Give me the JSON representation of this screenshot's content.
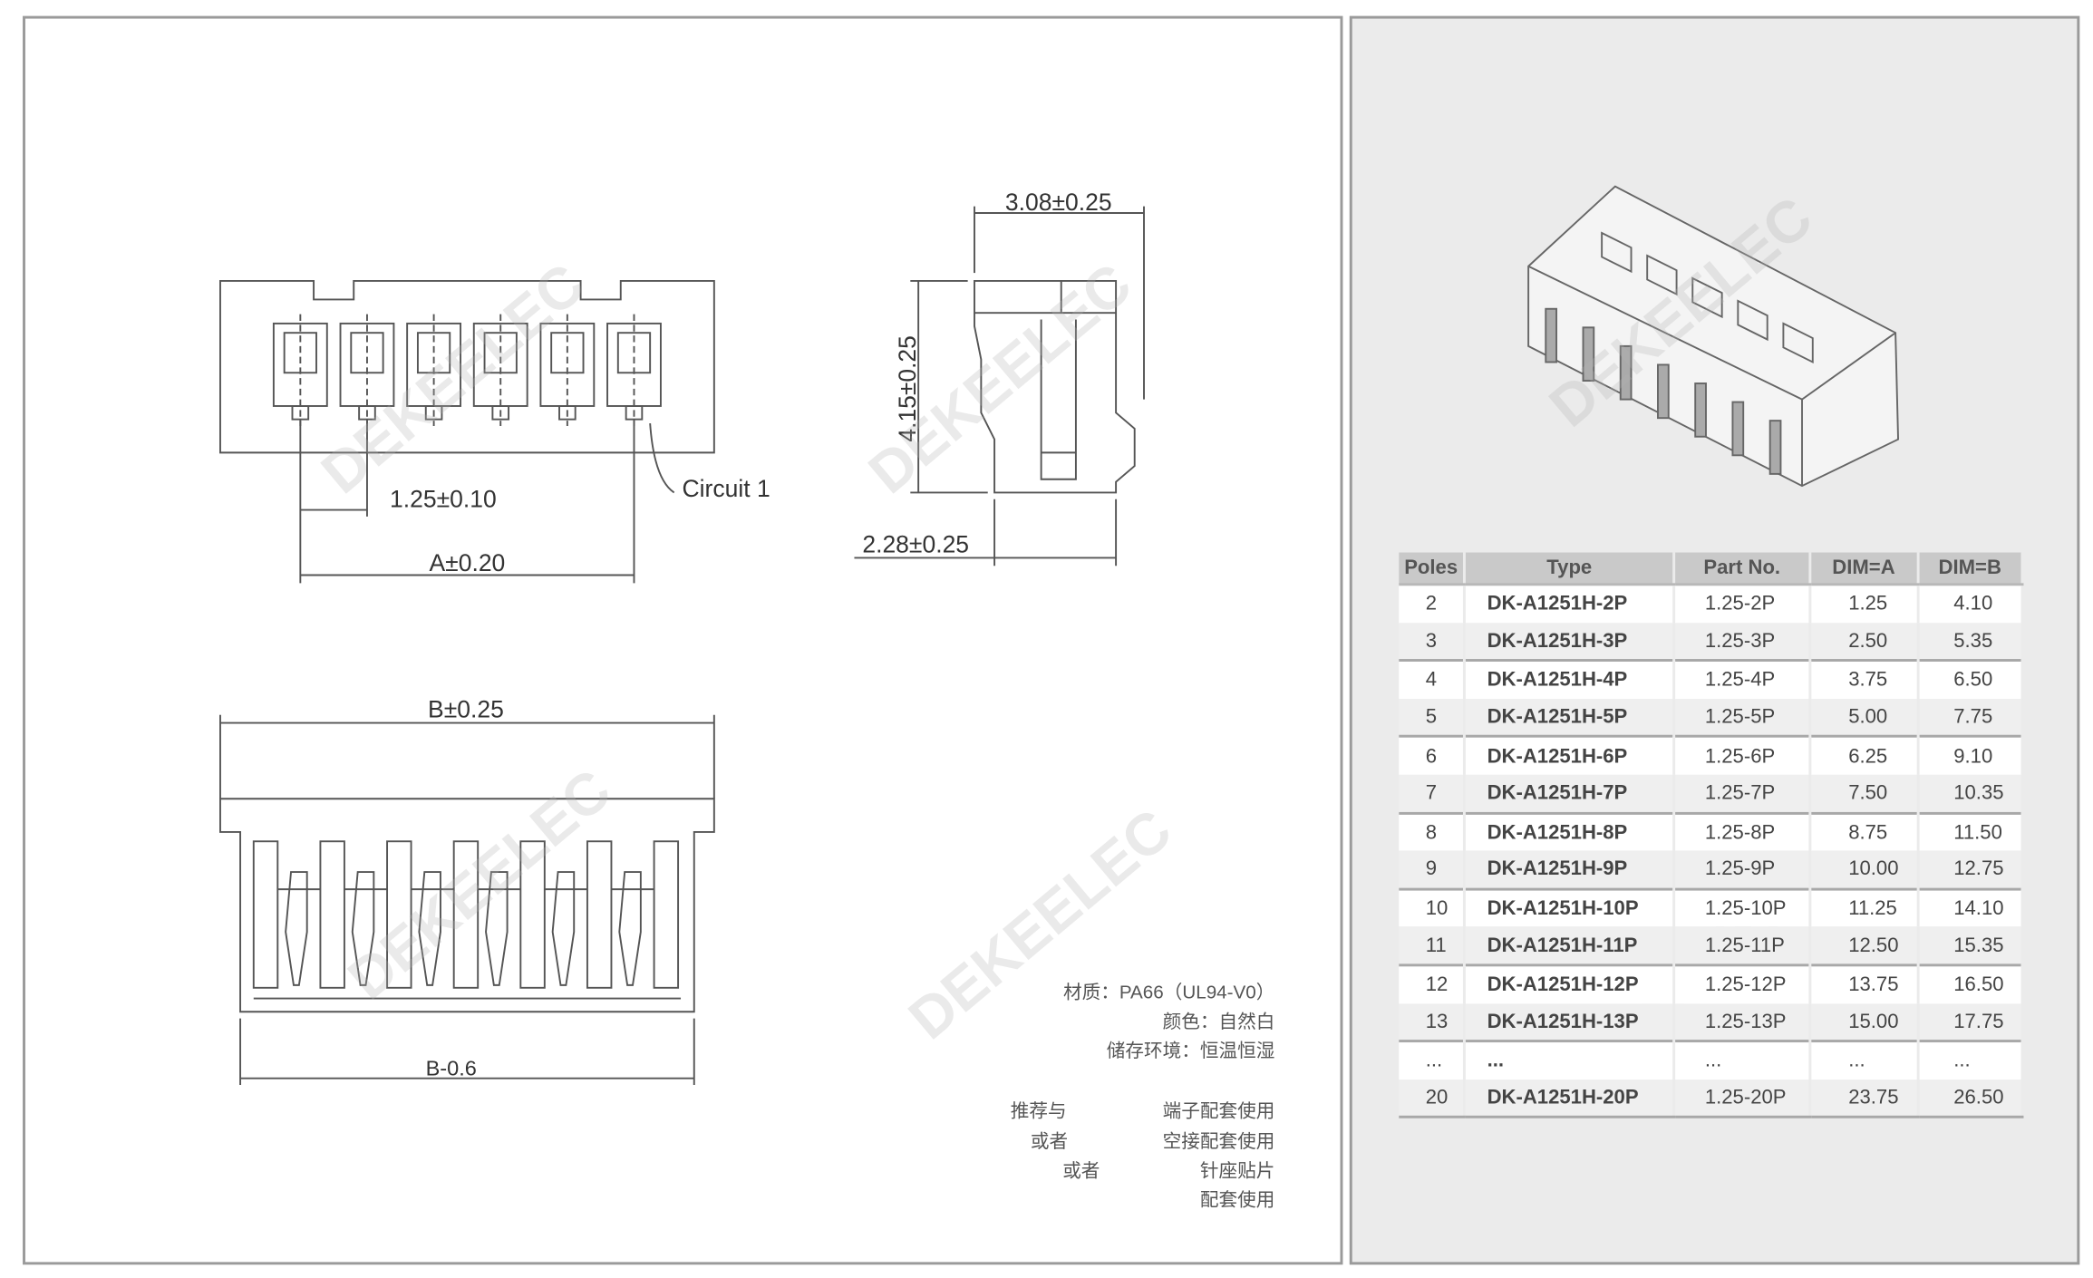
{
  "drawing": {
    "front_view": {
      "pitch_dim": "1.25±0.10",
      "a_dim": "A±0.20",
      "circuit_label": "Circuit 1",
      "cavities": 6
    },
    "side_view": {
      "width_dim": "3.08±0.25",
      "height_dim": "4.15±0.25",
      "depth_dim": "2.28±0.25"
    },
    "bottom_view": {
      "b_dim": "B±0.25",
      "b_inner_dim": "B-0.6"
    },
    "watermark": "DEKEELEC"
  },
  "notes": {
    "material": "材质：PA66（UL94-V0）",
    "color": "颜色：自然白",
    "storage": "储存环境：恒温恒湿",
    "recommend_label": "推荐与",
    "or_label_1": "或者",
    "or_label_2": "或者",
    "use_1": "端子配套使用",
    "use_2": "空接配套使用",
    "use_3": "针座贴片",
    "use_4": "配套使用"
  },
  "table": {
    "headers": [
      "Poles",
      "Type",
      "Part No.",
      "DIM=A",
      "DIM=B"
    ],
    "rows": [
      [
        "2",
        "DK-A1251H-2P",
        "1.25-2P",
        "1.25",
        "4.10"
      ],
      [
        "3",
        "DK-A1251H-3P",
        "1.25-3P",
        "2.50",
        "5.35"
      ],
      [
        "4",
        "DK-A1251H-4P",
        "1.25-4P",
        "3.75",
        "6.50"
      ],
      [
        "5",
        "DK-A1251H-5P",
        "1.25-5P",
        "5.00",
        "7.75"
      ],
      [
        "6",
        "DK-A1251H-6P",
        "1.25-6P",
        "6.25",
        "9.10"
      ],
      [
        "7",
        "DK-A1251H-7P",
        "1.25-7P",
        "7.50",
        "10.35"
      ],
      [
        "8",
        "DK-A1251H-8P",
        "1.25-8P",
        "8.75",
        "11.50"
      ],
      [
        "9",
        "DK-A1251H-9P",
        "1.25-9P",
        "10.00",
        "12.75"
      ],
      [
        "10",
        "DK-A1251H-10P",
        "1.25-10P",
        "11.25",
        "14.10"
      ],
      [
        "11",
        "DK-A1251H-11P",
        "1.25-11P",
        "12.50",
        "15.35"
      ],
      [
        "12",
        "DK-A1251H-12P",
        "1.25-12P",
        "13.75",
        "16.50"
      ],
      [
        "13",
        "DK-A1251H-13P",
        "1.25-13P",
        "15.00",
        "17.75"
      ],
      [
        "...",
        "...",
        "...",
        "...",
        "..."
      ],
      [
        "20",
        "DK-A1251H-20P",
        "1.25-20P",
        "23.75",
        "26.50"
      ]
    ]
  }
}
